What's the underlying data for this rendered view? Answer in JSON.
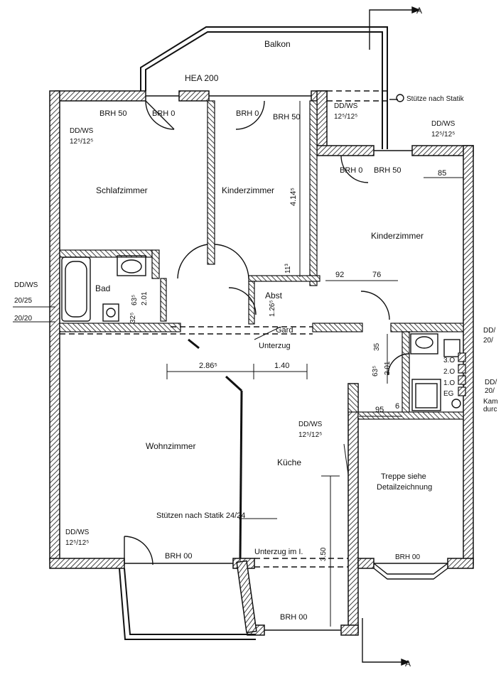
{
  "rooms": {
    "balkon": "Balkon",
    "schlafzimmer": "Schlafzimmer",
    "kinderzimmer_1": "Kinderzimmer",
    "kinderzimmer_2": "Kinderzimmer",
    "bad": "Bad",
    "abst": "Abst",
    "gard": "Gard",
    "wohnzimmer": "Wohnzimmer",
    "kueche": "Küche",
    "treppe_line1": "Treppe siehe",
    "treppe_line2": "Detailzeichnung"
  },
  "labels": {
    "hea": "HEA 200",
    "stuetze_statik": "Stütze nach Statik",
    "stuetzen_statik": "Stützen nach Statik 24/24",
    "unterzug": "Unterzug",
    "unterzug_im": "Unterzug im I.",
    "brh_50_a": "BRH 50",
    "brh_0_a": "BRH 0",
    "brh_0_b": "BRH 0",
    "brh_50_b": "BRH 50",
    "brh_0_c": "BRH 0",
    "brh_50_c": "BRH 50",
    "brh_00_a": "BRH 00",
    "brh_00_b": "BRH 00",
    "brh_00_c": "BRH 00",
    "ddws_1": "DD/WS",
    "ddws_1b": "12⁵/12⁵",
    "ddws_2": "DD/WS",
    "ddws_2b": "12⁵/12⁵",
    "ddws_3": "DD/WS",
    "ddws_3b": "12⁵/12⁵",
    "ddws_4a": "DD/WS",
    "ddws_4b": "20/25",
    "ddws_4c": "20/20",
    "ddws_5": "DD/WS",
    "ddws_5b": "12⁵/12⁵",
    "ddws_6": "DD/WS",
    "ddws_6b": "12⁵/12⁵",
    "ddws_7a": "DD/",
    "ddws_7b": "20/",
    "ddws_8a": "DD/",
    "ddws_8b": "20/",
    "kam_a": "Kam",
    "kam_b": "durc",
    "section_a1": "A",
    "section_a2": "A",
    "floor_3": "3.O",
    "floor_2": "2.O",
    "floor_1": "1.O",
    "floor_eg": "EG"
  },
  "dimensions": {
    "d_414": "4.14⁵",
    "d_113": "11³",
    "d_85": "85",
    "d_92": "92",
    "d_76": "76",
    "d_63a": "63⁵",
    "d_201a": "2.01",
    "d_32": "32⁵",
    "d_126": "1.26⁵",
    "d_286": "2.86⁵",
    "d_140": "1.40",
    "d_35": "35",
    "d_63b": "63⁵",
    "d_201b": "2.01",
    "d_95": "95",
    "d_6": "6",
    "d_350": "3.50"
  }
}
